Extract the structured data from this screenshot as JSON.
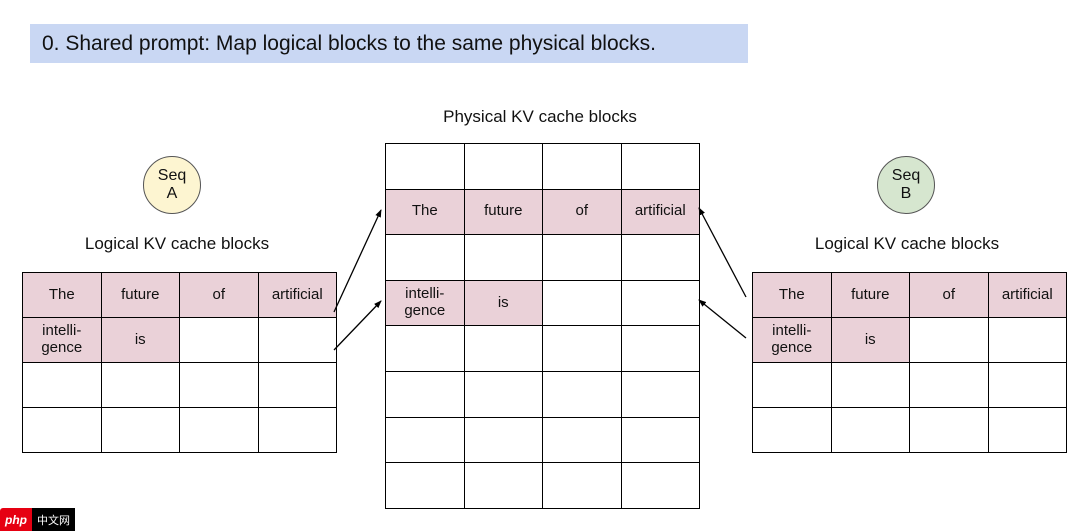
{
  "title": "0. Shared prompt: Map logical blocks to the same physical blocks.",
  "colors": {
    "title_bg": "#c9d7f3",
    "highlight": "#ead1d8",
    "seq_a_bg": "#fdf5d1",
    "seq_b_bg": "#d6e6cf",
    "arrow": "#000000"
  },
  "seq_a": {
    "word": "Seq",
    "letter": "A"
  },
  "seq_b": {
    "word": "Seq",
    "letter": "B"
  },
  "physical": {
    "label": "Physical KV cache blocks",
    "rows": [
      [
        {
          "t": ""
        },
        {
          "t": ""
        },
        {
          "t": ""
        },
        {
          "t": ""
        }
      ],
      [
        {
          "t": "The",
          "h": true
        },
        {
          "t": "future",
          "h": true
        },
        {
          "t": "of",
          "h": true
        },
        {
          "t": "artificial",
          "h": true
        }
      ],
      [
        {
          "t": ""
        },
        {
          "t": ""
        },
        {
          "t": ""
        },
        {
          "t": ""
        }
      ],
      [
        {
          "t": "intelli-\ngence",
          "h": true
        },
        {
          "t": "is",
          "h": true
        },
        {
          "t": ""
        },
        {
          "t": ""
        }
      ],
      [
        {
          "t": ""
        },
        {
          "t": ""
        },
        {
          "t": ""
        },
        {
          "t": ""
        }
      ],
      [
        {
          "t": ""
        },
        {
          "t": ""
        },
        {
          "t": ""
        },
        {
          "t": ""
        }
      ],
      [
        {
          "t": ""
        },
        {
          "t": ""
        },
        {
          "t": ""
        },
        {
          "t": ""
        }
      ],
      [
        {
          "t": ""
        },
        {
          "t": ""
        },
        {
          "t": ""
        },
        {
          "t": ""
        }
      ]
    ]
  },
  "left": {
    "label": "Logical KV cache blocks"
  },
  "right": {
    "label": "Logical KV cache blocks"
  },
  "logical_rows": [
    [
      {
        "t": "The",
        "h": true
      },
      {
        "t": "future",
        "h": true
      },
      {
        "t": "of",
        "h": true
      },
      {
        "t": "artificial",
        "h": true
      }
    ],
    [
      {
        "t": "intelli-\ngence",
        "h": true
      },
      {
        "t": "is",
        "h": true
      },
      {
        "t": ""
      },
      {
        "t": ""
      }
    ],
    [
      {
        "t": ""
      },
      {
        "t": ""
      },
      {
        "t": ""
      },
      {
        "t": ""
      }
    ],
    [
      {
        "t": ""
      },
      {
        "t": ""
      },
      {
        "t": ""
      },
      {
        "t": ""
      }
    ]
  ],
  "watermark": {
    "red_text": "php",
    "black_text": "中文网"
  }
}
